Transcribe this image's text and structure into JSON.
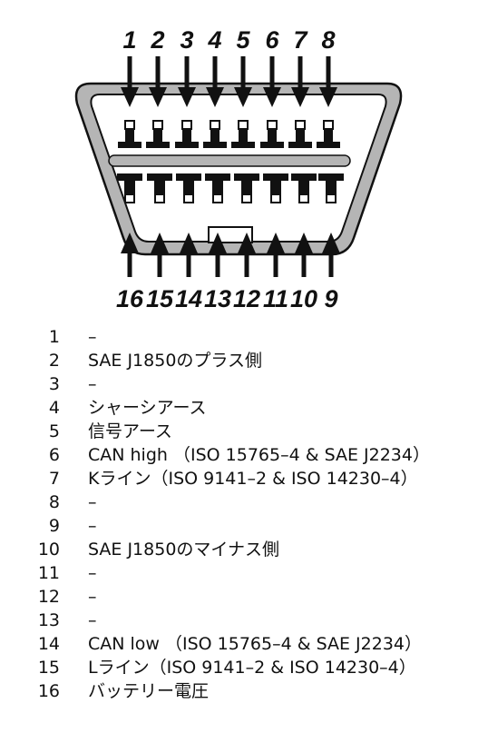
{
  "diagram": {
    "top_pin_labels": [
      "1",
      "2",
      "3",
      "4",
      "5",
      "6",
      "7",
      "8"
    ],
    "bottom_pin_labels": [
      "16",
      "15",
      "14",
      "13",
      "12",
      "11",
      "10",
      "9"
    ],
    "colors": {
      "ink": "#111111",
      "connector_shell": "#b5b5b5",
      "center_bar": "#b5b5b5"
    }
  },
  "pins": [
    {
      "num": "1",
      "desc": "–"
    },
    {
      "num": "2",
      "desc": "SAE J1850のプラス側"
    },
    {
      "num": "3",
      "desc": "–"
    },
    {
      "num": "4",
      "desc": "シャーシアース"
    },
    {
      "num": "5",
      "desc": "信号アース"
    },
    {
      "num": "6",
      "desc": "CAN high （ISO 15765–4 & SAE J2234）"
    },
    {
      "num": "7",
      "desc": "Kライン（ISO 9141–2 & ISO 14230–4）"
    },
    {
      "num": "8",
      "desc": "–"
    },
    {
      "num": "9",
      "desc": "–"
    },
    {
      "num": "10",
      "desc": "SAE J1850のマイナス側"
    },
    {
      "num": "11",
      "desc": "–"
    },
    {
      "num": "12",
      "desc": "–"
    },
    {
      "num": "13",
      "desc": "–"
    },
    {
      "num": "14",
      "desc": "CAN low （ISO 15765–4 & SAE J2234）"
    },
    {
      "num": "15",
      "desc": "Lライン（ISO 9141–2 & ISO 14230–4）"
    },
    {
      "num": "16",
      "desc": "バッテリー電圧"
    }
  ]
}
